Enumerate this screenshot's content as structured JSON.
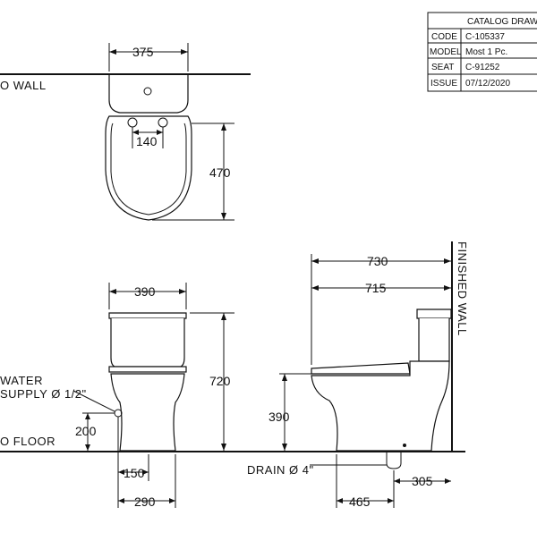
{
  "title_block": {
    "header": "CATALOG DRAW",
    "rows": [
      {
        "key": "CODE",
        "value": "C-105337"
      },
      {
        "key": "MODEL",
        "value": "Most 1 Pc."
      },
      {
        "key": "SEAT",
        "value": "C-91252"
      },
      {
        "key": "ISSUE",
        "value": "07/12/2020"
      }
    ]
  },
  "labels": {
    "wall_top": "O WALL",
    "floor": "O FLOOR",
    "finished_wall": "FINISHED WALL",
    "water_line1": "WATER",
    "water_line2": "SUPPLY Ø 1/2\"",
    "drain": "DRAIN Ø 4\""
  },
  "dimensions": {
    "top_width": "375",
    "bolt_spacing": "140",
    "bowl_depth": "470",
    "front_width": "390",
    "front_height": "720",
    "supply_height": "200",
    "supply_offset": "150",
    "base_width": "290",
    "side_length": "730",
    "side_length_inner": "715",
    "seat_height": "390",
    "drain_from_wall": "305",
    "drain_to_front": "465"
  }
}
